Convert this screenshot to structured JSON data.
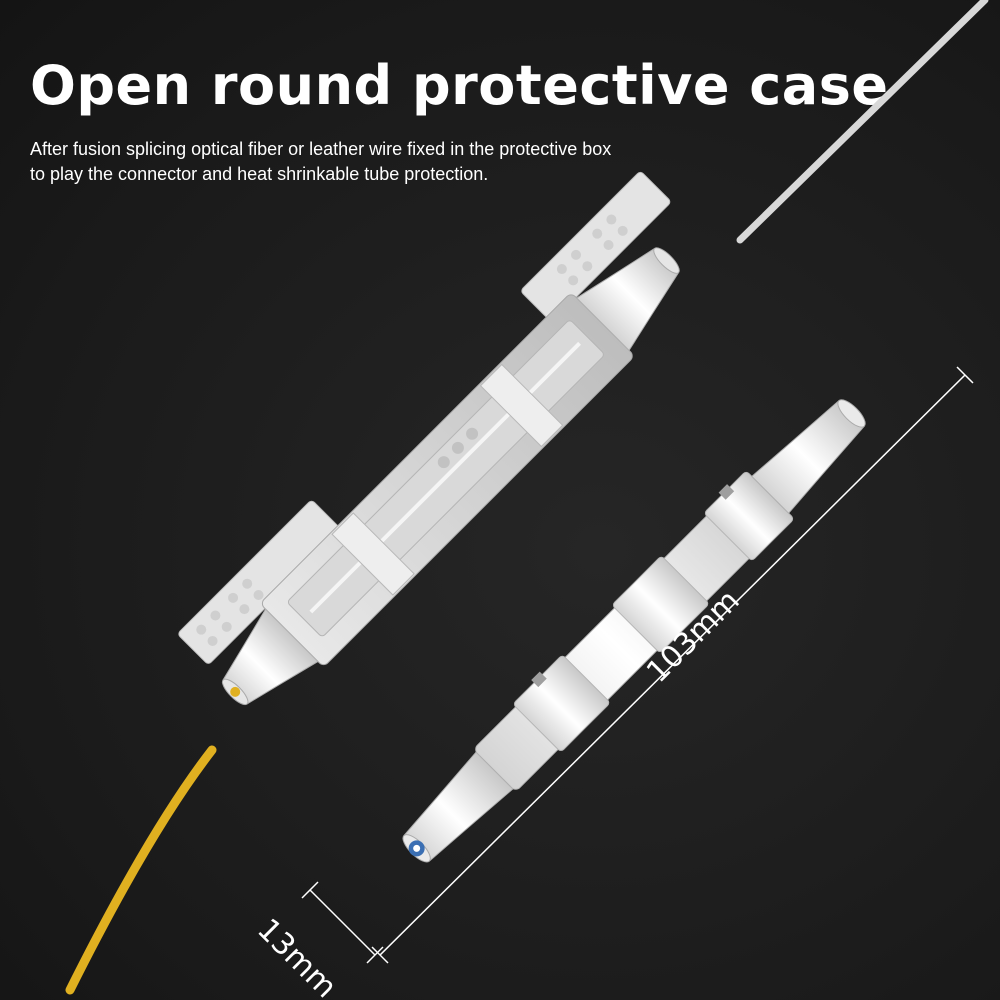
{
  "title": "Open round protective case",
  "description_lines": [
    "After fusion splicing optical fiber or leather wire fixed in the protective box",
    "to play the connector and heat shrinkable tube protection."
  ],
  "dimensions": {
    "length_label": "103mm",
    "diameter_label": "13mm"
  },
  "colors": {
    "background": "#1c1c1c",
    "case": "#f2f2f2",
    "case_shadow": "#cfcfcf",
    "yellow_cable": "#e6b422",
    "white_cable": "#d9d9d9",
    "lens": "#3b6fb3"
  }
}
